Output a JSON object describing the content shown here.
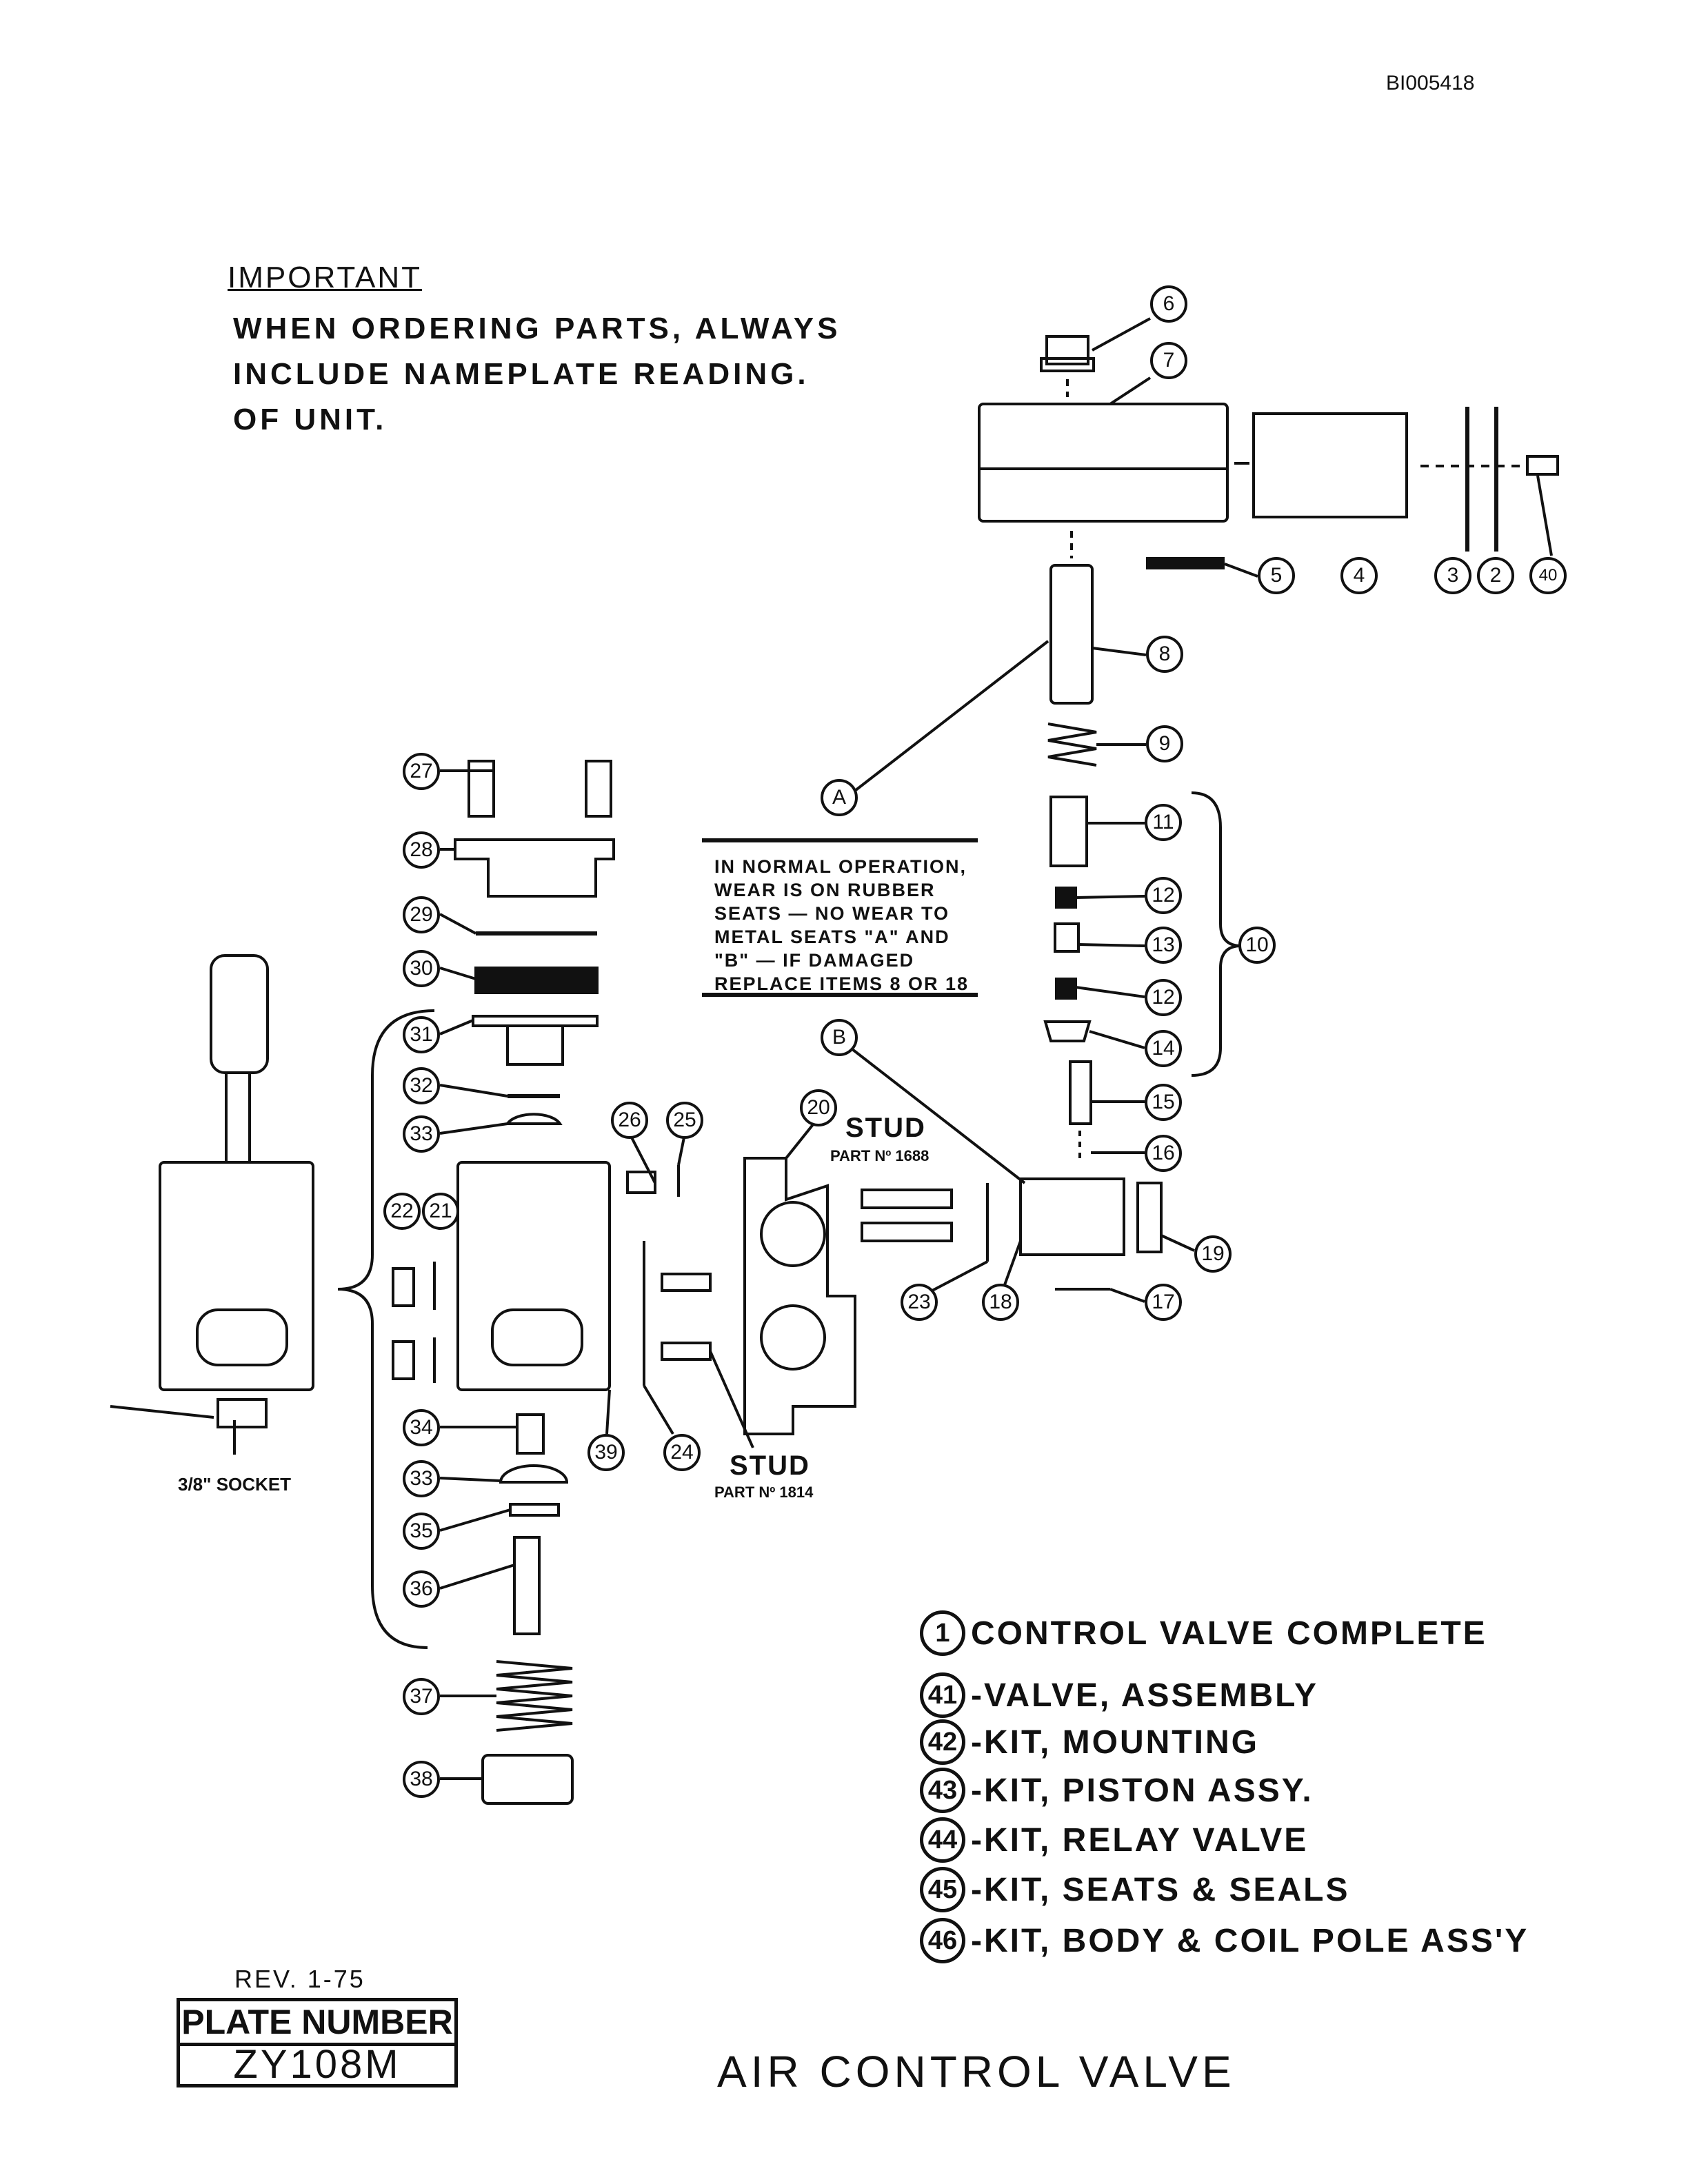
{
  "doc_id": "BI005418",
  "important": {
    "title": "IMPORTANT",
    "lines": [
      "WHEN ORDERING PARTS, ALWAYS",
      "INCLUDE NAMEPLATE READING.",
      "OF UNIT."
    ]
  },
  "note": {
    "lines": [
      "IN NORMAL OPERATION,",
      "WEAR IS ON RUBBER",
      "SEATS — NO WEAR TO",
      "METAL SEATS \"A\" AND",
      "\"B\" — IF DAMAGED",
      "REPLACE ITEMS 8 OR 18"
    ]
  },
  "markers": {
    "a": "A",
    "b": "B"
  },
  "stud_top": {
    "label": "STUD",
    "part": "PART Nº 1688"
  },
  "stud_bottom": {
    "label": "STUD",
    "part": "PART Nº 1814"
  },
  "socket_label": "3/8\" SOCKET",
  "callouts": {
    "c2": "2",
    "c3": "3",
    "c4": "4",
    "c5": "5",
    "c6": "6",
    "c7": "7",
    "c8": "8",
    "c9": "9",
    "c10": "10",
    "c11": "11",
    "c12a": "12",
    "c12b": "12",
    "c13": "13",
    "c14": "14",
    "c15": "15",
    "c16": "16",
    "c17": "17",
    "c18": "18",
    "c19": "19",
    "c20": "20",
    "c21": "21",
    "c22": "22",
    "c23": "23",
    "c24": "24",
    "c25": "25",
    "c26": "26",
    "c27": "27",
    "c28": "28",
    "c29": "29",
    "c30": "30",
    "c31": "31",
    "c32": "32",
    "c33a": "33",
    "c33b": "33",
    "c34": "34",
    "c35": "35",
    "c36": "36",
    "c37": "37",
    "c38": "38",
    "c39": "39",
    "c40": "40"
  },
  "legend": [
    {
      "num": "1",
      "text": "CONTROL VALVE COMPLETE"
    },
    {
      "num": "41",
      "text": "-VALVE, ASSEMBLY"
    },
    {
      "num": "42",
      "text": "-KIT, MOUNTING"
    },
    {
      "num": "43",
      "text": "-KIT, PISTON ASSY."
    },
    {
      "num": "44",
      "text": "-KIT, RELAY VALVE"
    },
    {
      "num": "45",
      "text": "-KIT, SEATS & SEALS"
    },
    {
      "num": "46",
      "text": "-KIT, BODY & COIL POLE ASS'Y"
    }
  ],
  "rev": "REV. 1-75",
  "plate": {
    "label": "PLATE NUMBER",
    "value": "ZY108M"
  },
  "title": "AIR CONTROL VALVE"
}
